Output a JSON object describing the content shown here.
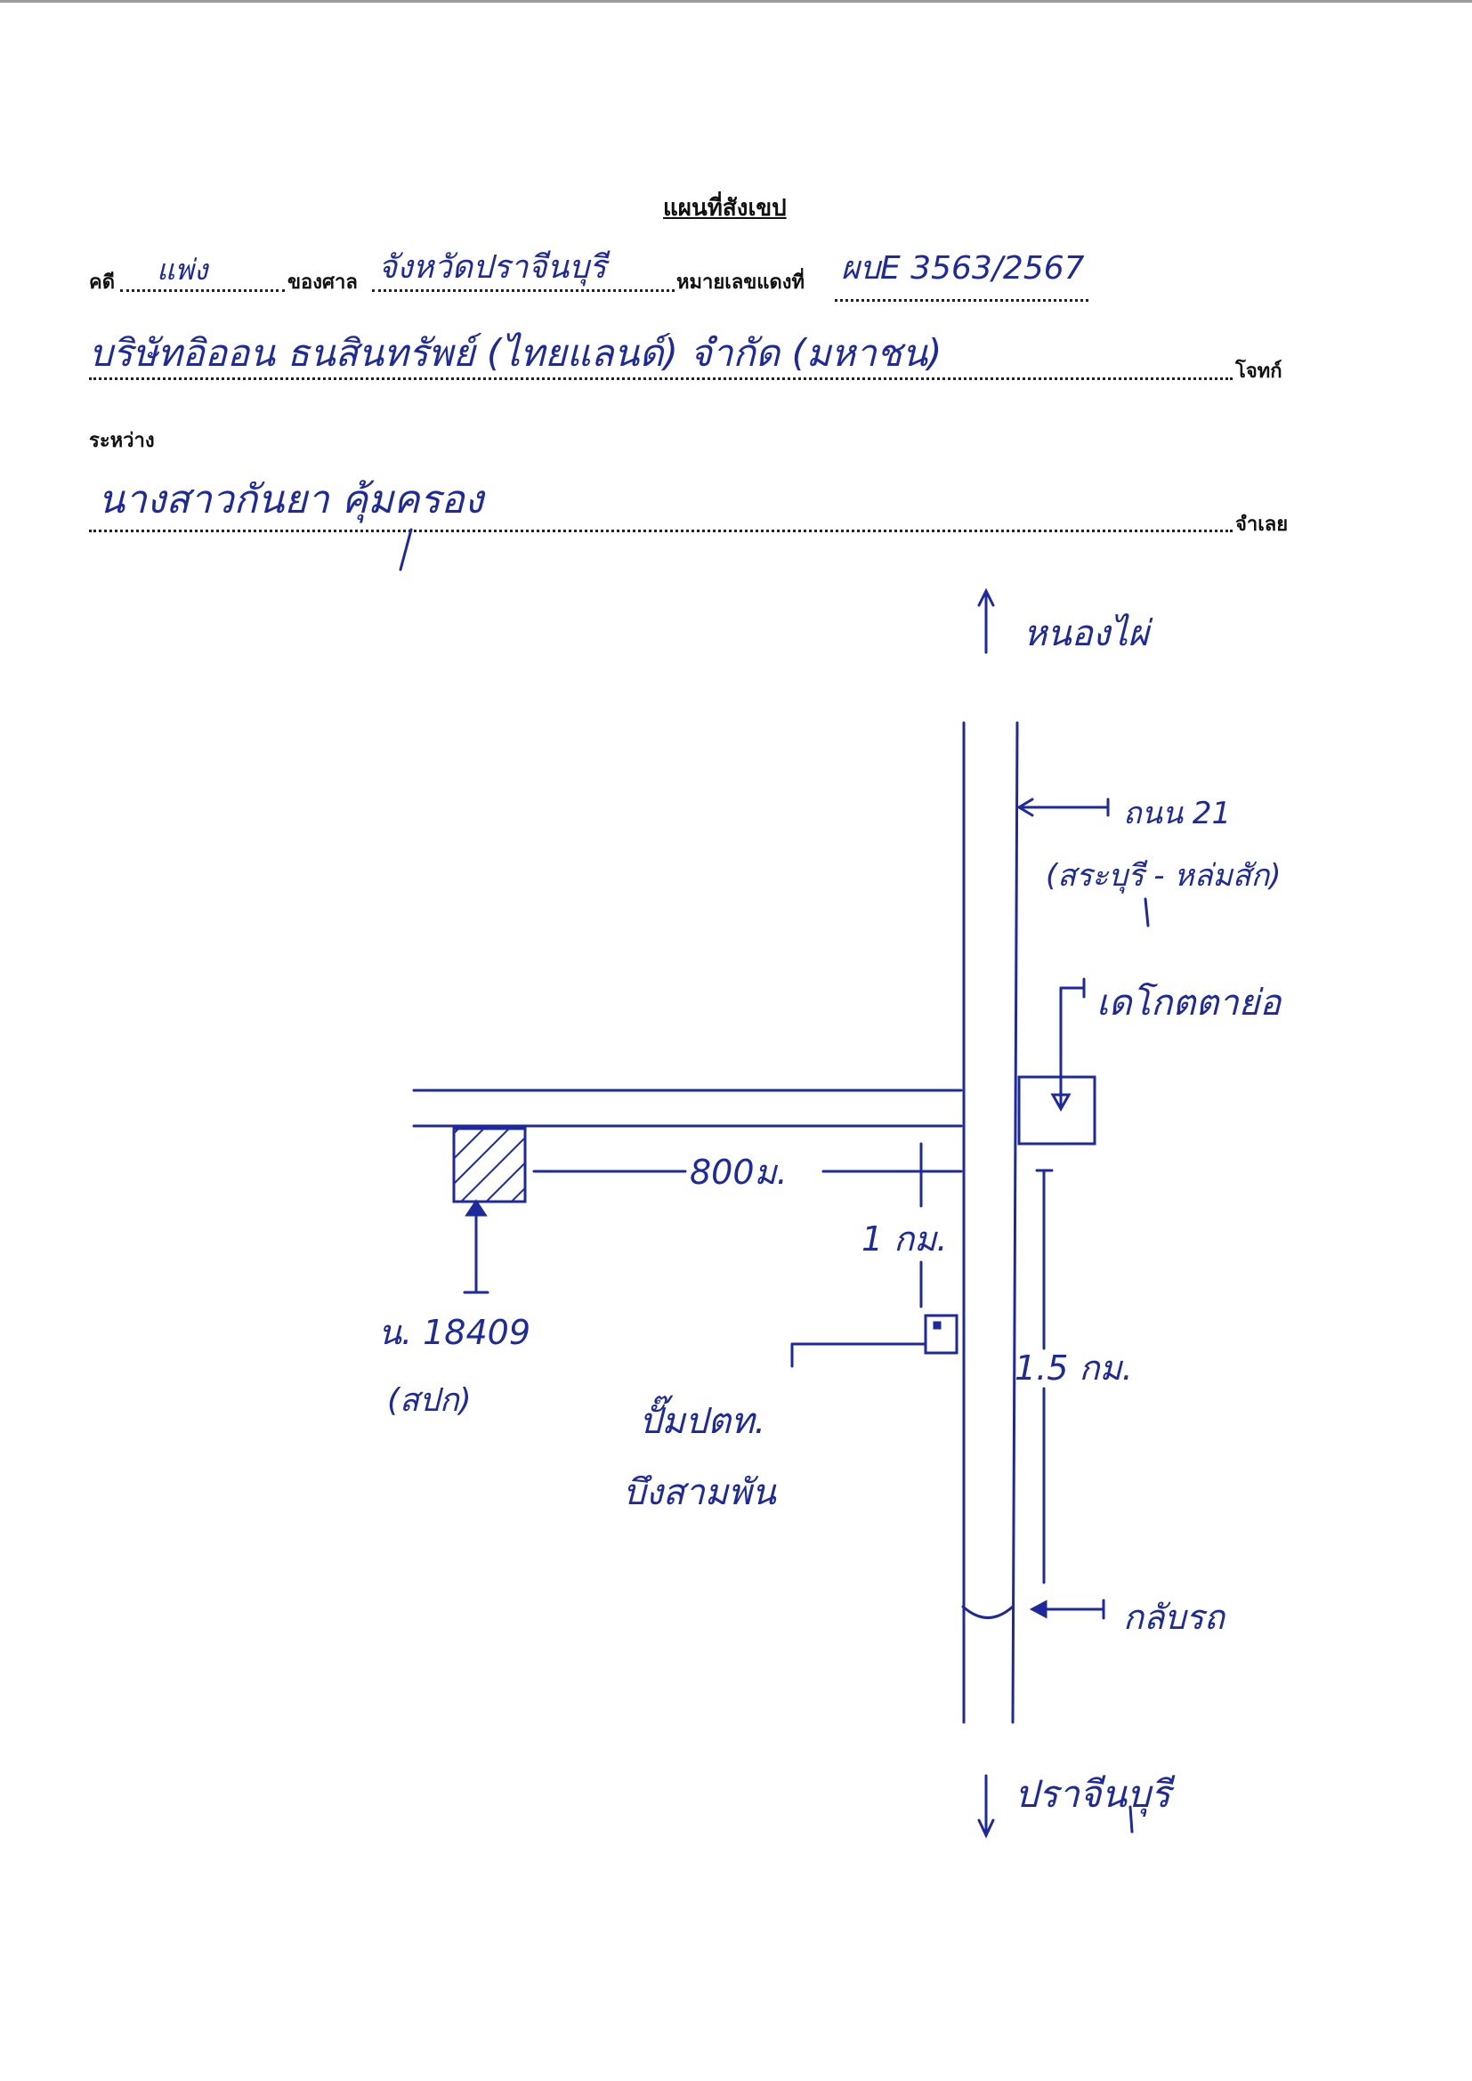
{
  "header": {
    "title": "แผนที่สังเขป",
    "case_label": "คดี",
    "case_type": "แพ่ง",
    "court_label": "ของศาล",
    "court_name": "จังหวัดปราจีนบุรี",
    "red_number_label": "หมายเลขแดงที่",
    "red_number": "ผบE 3563/2567",
    "plaintiff": "บริษัทอิออน ธนสินทรัพย์ (ไทยแลนด์) จำกัด (มหาชน)",
    "plaintiff_label": "โจทก์",
    "between_label": "ระหว่าง",
    "defendant": "นางสาวกันยา คุ้มครอง",
    "defendant_label": "จำเลย"
  },
  "map": {
    "north_label": "หนองไผ่",
    "south_label": "ปราจีนบุรี",
    "highway_label": "ถนน 21",
    "highway_route": "(สระบุรี - หล่มสัก)",
    "landmark_market": "เดโกตตาย่อ",
    "distance_side_road": "800ม.",
    "distance_1km": "1 กม.",
    "distance_1_5km": "1.5 กม.",
    "gas_station_line1": "ปั๊มปตท.",
    "gas_station_line2": "บึงสามพัน",
    "u_turn_label": "กลับรถ",
    "deed_label": "น. 18409",
    "deed_type": "(สปก)",
    "ink_color": "#1e2a9c"
  }
}
